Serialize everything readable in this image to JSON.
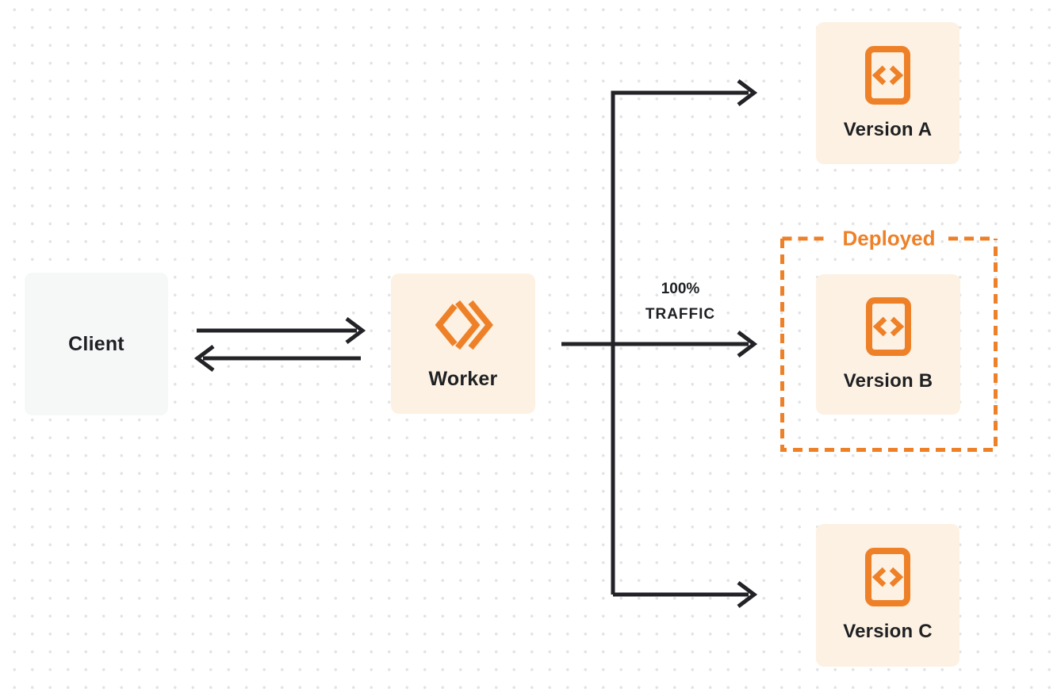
{
  "colors": {
    "accent_orange": "#EE8128",
    "cream_fill": "#FDF1E3",
    "client_fill": "#F6F7F7",
    "line_black": "#232327",
    "text_dark": "#1E2023",
    "dot_color": "#E3E3E5",
    "background": "#FFFFFF"
  },
  "nodes": {
    "client": {
      "label": "Client"
    },
    "worker": {
      "label": "Worker",
      "icon": "cloudflare-workers-logo-icon"
    },
    "version_a": {
      "label": "Version A",
      "icon": "code-document-icon"
    },
    "version_b": {
      "label": "Version B",
      "icon": "code-document-icon"
    },
    "version_c": {
      "label": "Version C",
      "icon": "code-document-icon"
    }
  },
  "labels": {
    "deployed": "Deployed",
    "traffic_percent": "100%",
    "traffic_word": "TRAFFIC"
  }
}
